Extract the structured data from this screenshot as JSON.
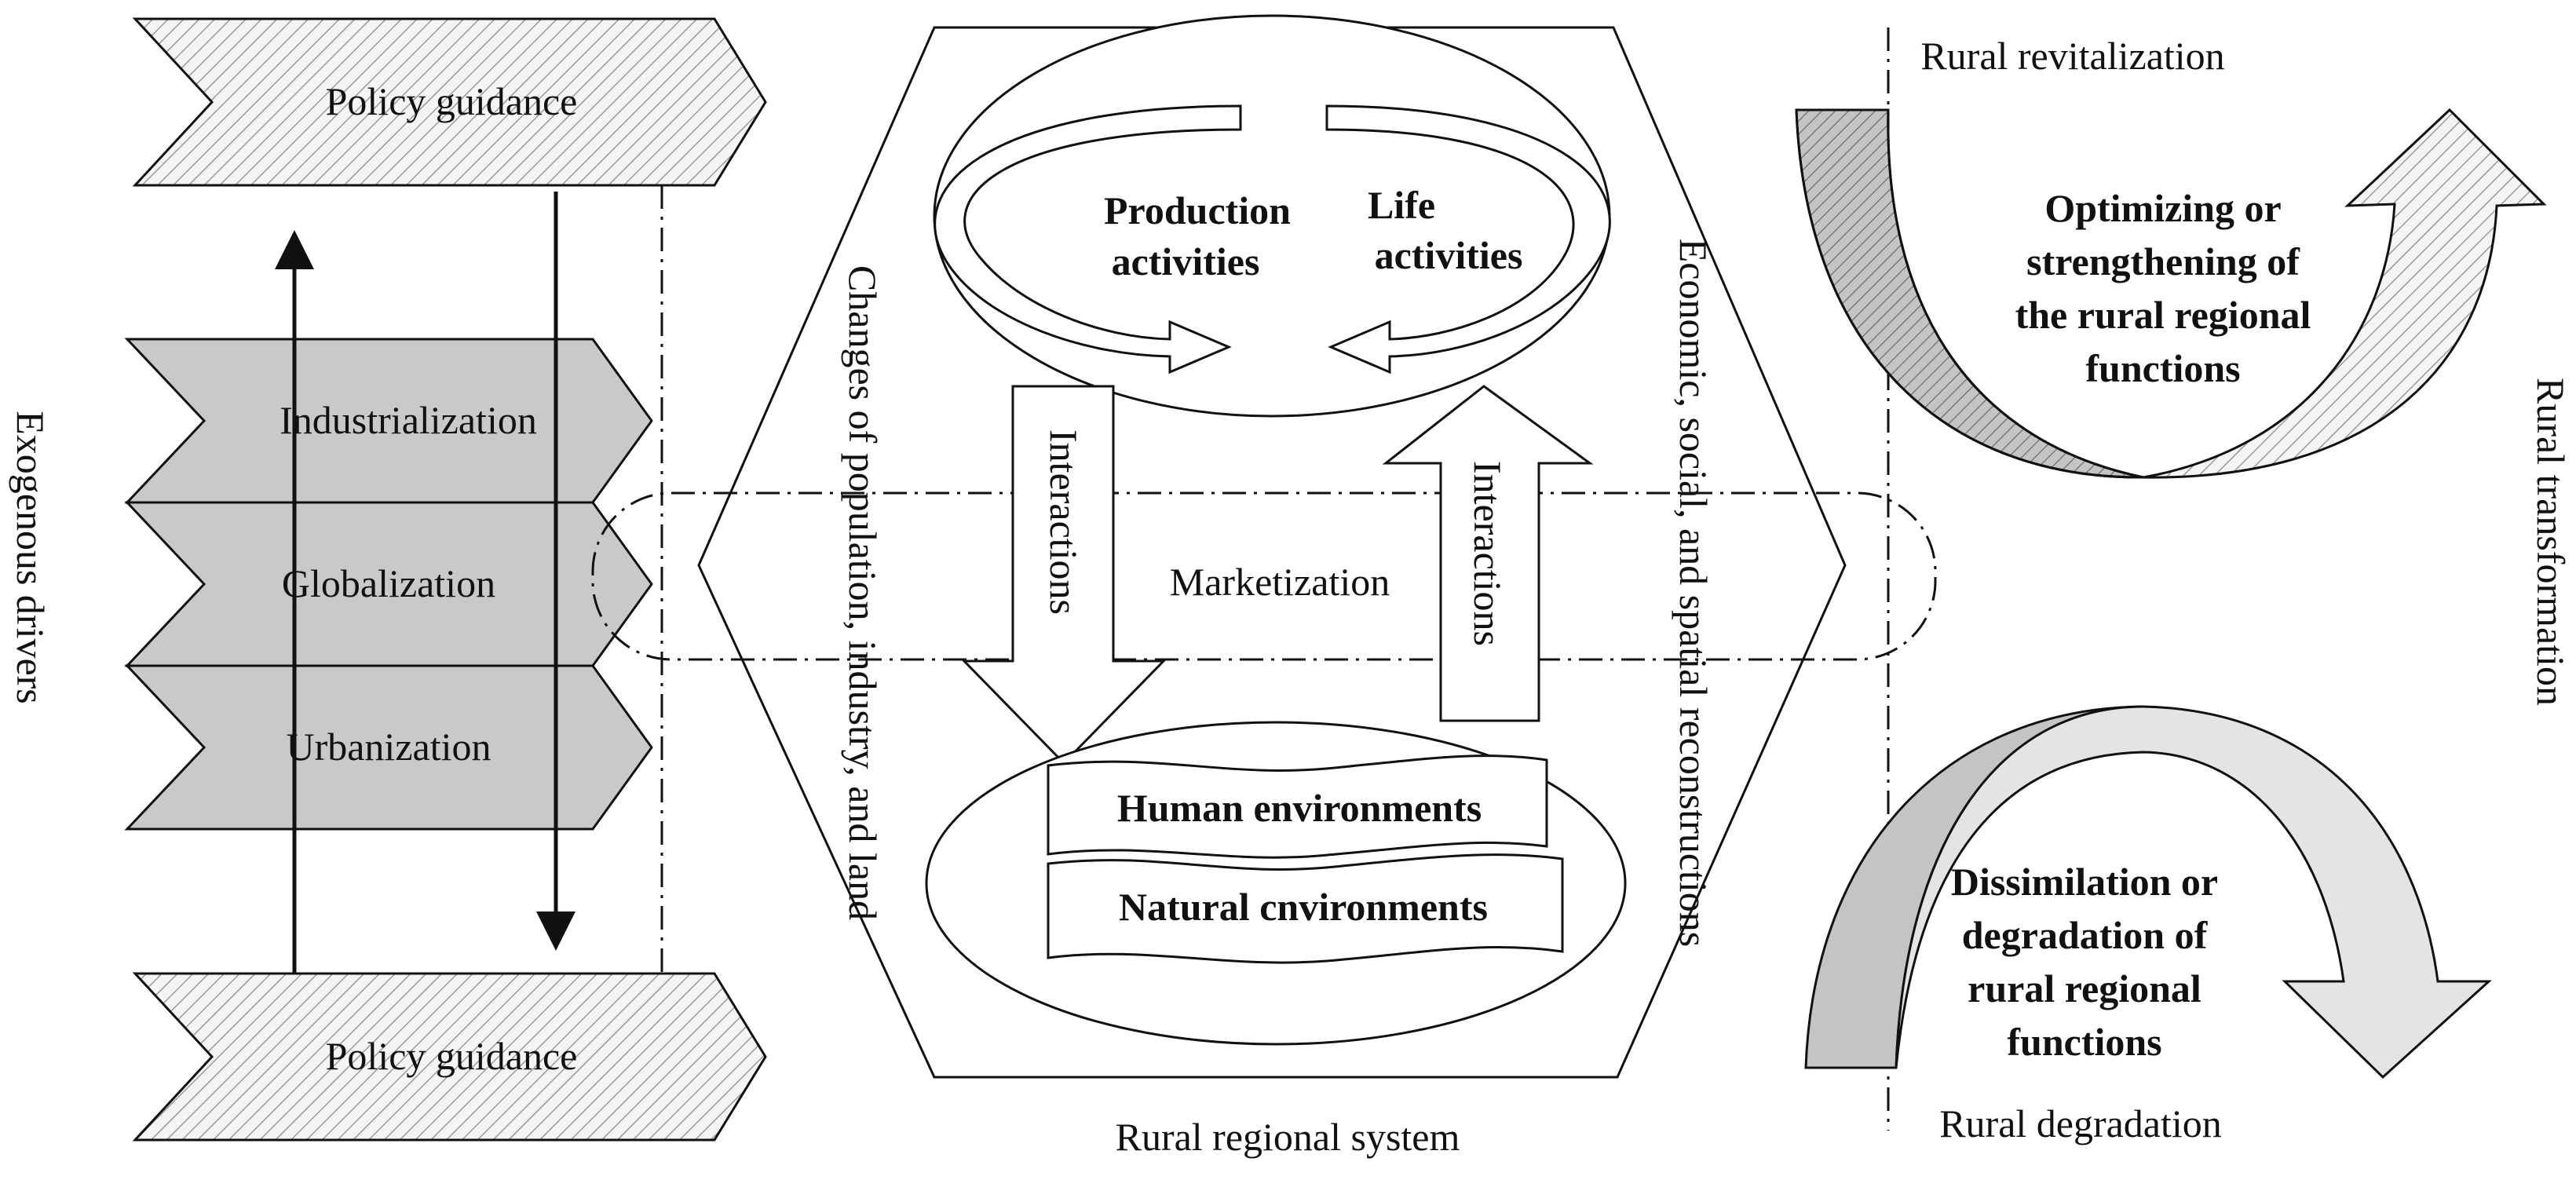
{
  "exogenous": {
    "side_label": "Exogenous drivers",
    "policy_top": "Policy guidance",
    "industrialization": "Industrialization",
    "globalization": "Globalization",
    "urbanization": "Urbanization",
    "policy_bottom": "Policy guidance"
  },
  "system": {
    "left_label": "Changes of population, industry, and land",
    "right_label": "Economic, social, and spatial reconstructions",
    "caption": "Rural regional system",
    "production_line1": "Production",
    "production_line2": "activities",
    "life_line1": "Life",
    "life_line2": "activities",
    "interactions_down": "Interactions",
    "interactions_up": "Interactions",
    "marketization": "Marketization",
    "human_env": "Human environments",
    "natural_env": "Natural cnvironments"
  },
  "transformation": {
    "side_label": "Rural transformation",
    "revitalization": "Rural revitalization",
    "opt_line1": "Optimizing or",
    "opt_line2": "strengthening of",
    "opt_line3": "the rural regional",
    "opt_line4": "functions",
    "degradation": "Rural degradation",
    "dis_line1": "Dissimilation or",
    "dis_line2": "degradation of",
    "dis_line3": "rural regional",
    "dis_line4": "functions"
  },
  "colors": {
    "dark_fill": "#c9c9c9",
    "light_fill": "#e6e6e6",
    "stroke": "#111111"
  }
}
